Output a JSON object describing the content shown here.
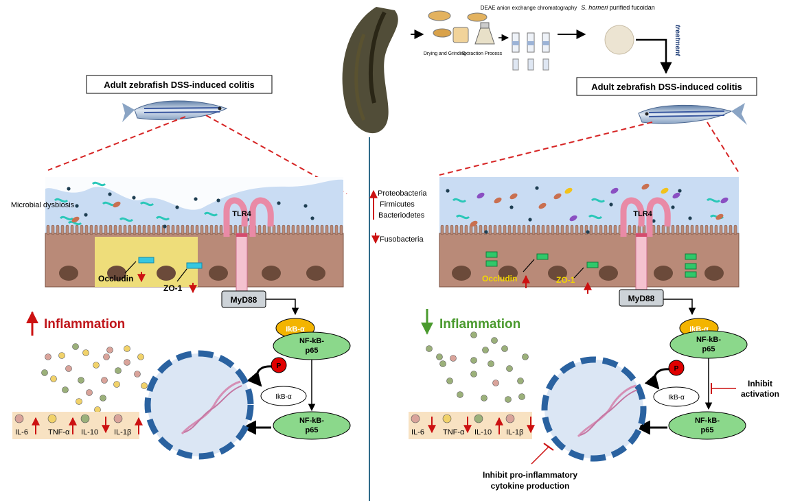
{
  "process": {
    "step1": "Drying and Grinding",
    "step2": "Extraction Process",
    "step3": "DEAE anion exchange chromatography",
    "product_italic": "S. horneri",
    "product_rest": "purified fucoidan",
    "treatment": "treatment"
  },
  "left": {
    "title": "Adult zebrafish DSS-induced colitis",
    "microbial": "Microbial dysbiosis",
    "tlr4": "TLR4",
    "occludin": "Occludin",
    "zo1": "ZO-1",
    "myd88": "MyD88",
    "ikb": "IkB-α",
    "nfkb1": "NF-kB-",
    "nfkb2": "p65",
    "phospho": "P",
    "ikb_free": "IkB-α",
    "inflammation": "Inflammation",
    "cytokines": [
      {
        "name": "IL-6",
        "dir": "up"
      },
      {
        "name": "TNF-α",
        "dir": "up"
      },
      {
        "name": "IL-10",
        "dir": "down"
      },
      {
        "name": "IL-1β",
        "dir": "up"
      }
    ]
  },
  "right": {
    "title": "Adult zebrafish DSS-induced colitis",
    "bacteria": [
      "Proteobacteria",
      "Firmicutes",
      "Bacteriodetes"
    ],
    "fuso": "Fusobacteria",
    "tlr4": "TLR4",
    "occludin": "Occludin",
    "zo1": "ZO-1",
    "myd88": "MyD88",
    "ikb": "IkB-α",
    "nfkb1": "NF-kB-",
    "nfkb2": "p65",
    "phospho": "P",
    "ikb_free": "IkB-α",
    "inflammation": "Inflammation",
    "inhibit_activation": [
      "Inhibit",
      "activation"
    ],
    "inhibit_cytokine": [
      "Inhibit pro-inflammatory",
      "cytokine production"
    ],
    "cytokines": [
      {
        "name": "IL-6",
        "dir": "down"
      },
      {
        "name": "TNF-α",
        "dir": "down"
      },
      {
        "name": "IL-10",
        "dir": "up"
      },
      {
        "name": "IL-1β",
        "dir": "down"
      }
    ]
  },
  "colors": {
    "up_arrow": "#cc1111",
    "down_arrow_left": "#cc1111",
    "inflam_left": "#c0161b",
    "inflam_right": "#4a9a2e",
    "nfkb": "#8bd88b",
    "ikb": "#f3b400",
    "tissue": "#b98a78",
    "lumen": "#c9dcf3",
    "nucleus_ring": "#2a62a0",
    "divider": "#2f6a8a"
  }
}
